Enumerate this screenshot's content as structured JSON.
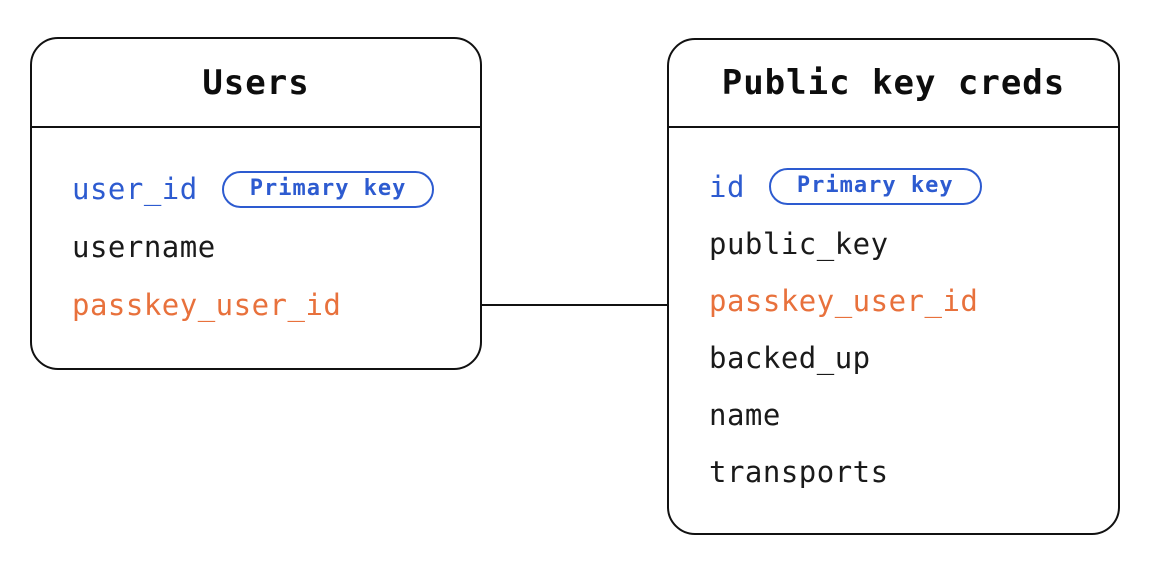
{
  "diagram": {
    "background": "#ffffff",
    "colors": {
      "primary_key_blue": "#2d5bd0",
      "foreign_key_orange": "#e8713c",
      "text_black": "#1a1a1a",
      "border_black": "#111111"
    },
    "relationship": {
      "description": "straight horizontal line connecting Users.passkey_user_id to Public key creds.passkey_user_id"
    },
    "tables": [
      {
        "title": "Users",
        "fields": [
          {
            "name": "user_id",
            "badge": "Primary key",
            "color": "blue"
          },
          {
            "name": "username",
            "color": "black"
          },
          {
            "name": "passkey_user_id",
            "color": "orange"
          }
        ]
      },
      {
        "title": "Public key creds",
        "fields": [
          {
            "name": "id",
            "badge": "Primary key",
            "color": "blue"
          },
          {
            "name": "public_key",
            "color": "black"
          },
          {
            "name": "passkey_user_id",
            "color": "orange"
          },
          {
            "name": "backed_up",
            "color": "black"
          },
          {
            "name": "name",
            "color": "black"
          },
          {
            "name": "transports",
            "color": "black"
          }
        ]
      }
    ]
  }
}
